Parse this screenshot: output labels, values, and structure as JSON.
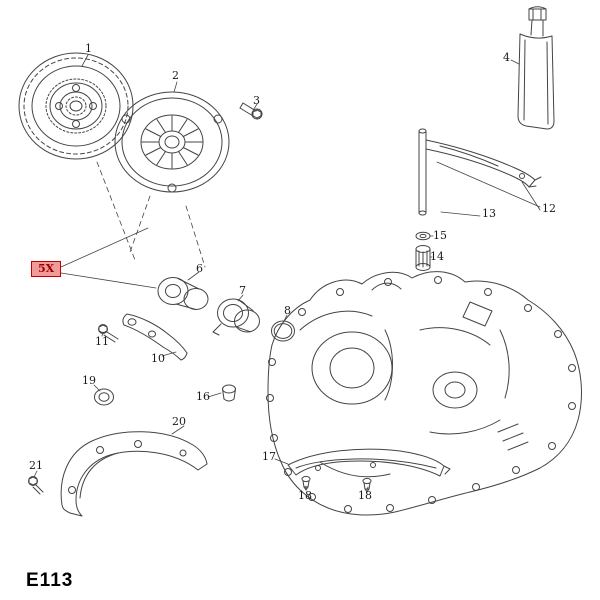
{
  "diagram": {
    "code": "E113",
    "background_color": "#ffffff",
    "line_color": "#444444",
    "highlight": {
      "label": "5X",
      "text_color": "#9b0000",
      "background_color": "#f09a9a",
      "border_color": "#c40000"
    },
    "labels": [
      {
        "id": "1"
      },
      {
        "id": "2"
      },
      {
        "id": "3"
      },
      {
        "id": "4"
      },
      {
        "id": "5X"
      },
      {
        "id": "6"
      },
      {
        "id": "7"
      },
      {
        "id": "8"
      },
      {
        "id": "10"
      },
      {
        "id": "11"
      },
      {
        "id": "12"
      },
      {
        "id": "13"
      },
      {
        "id": "14"
      },
      {
        "id": "15"
      },
      {
        "id": "16"
      },
      {
        "id": "17"
      },
      {
        "id": "18"
      },
      {
        "id": "18"
      },
      {
        "id": "19"
      },
      {
        "id": "20"
      },
      {
        "id": "21"
      }
    ]
  }
}
